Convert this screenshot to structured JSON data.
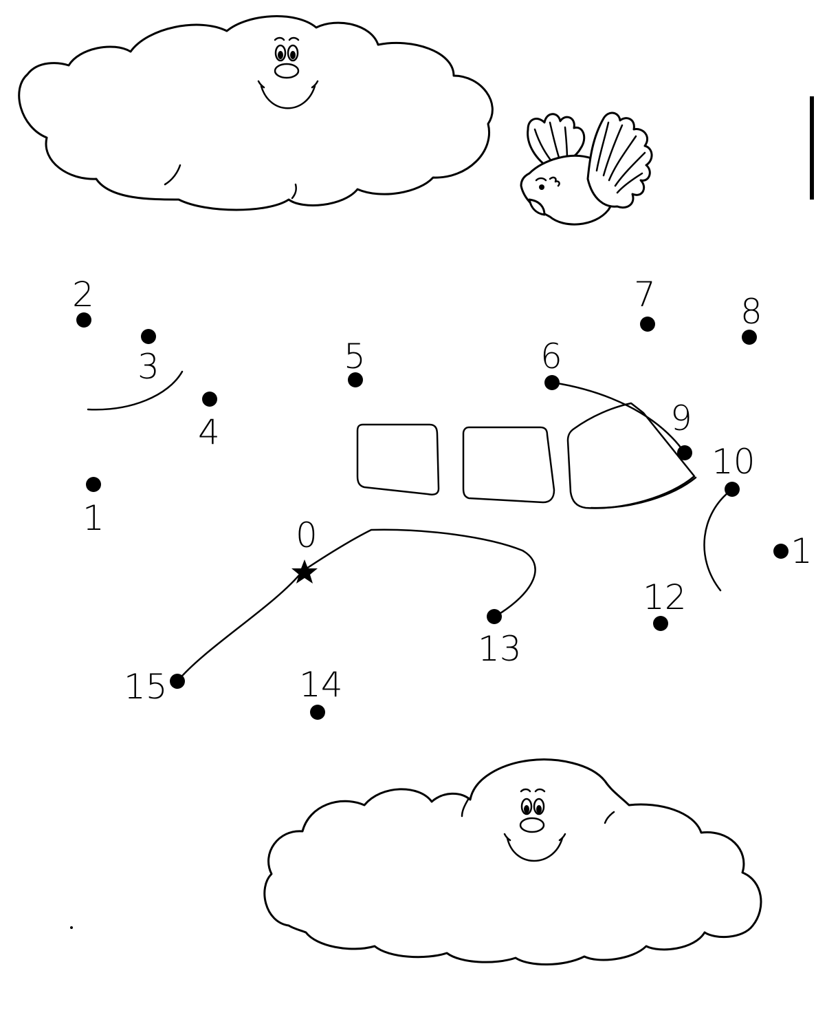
{
  "worksheet": {
    "start_label": "0",
    "dots": [
      {
        "label": "1"
      },
      {
        "label": "2"
      },
      {
        "label": "3"
      },
      {
        "label": "4"
      },
      {
        "label": "5"
      },
      {
        "label": "6"
      },
      {
        "label": "7"
      },
      {
        "label": "8"
      },
      {
        "label": "9"
      },
      {
        "label": "10"
      },
      {
        "label": "1"
      },
      {
        "label": "12"
      },
      {
        "label": "13"
      },
      {
        "label": "14"
      },
      {
        "label": "15"
      }
    ]
  },
  "decorations": {
    "icons": [
      "smiling-cloud",
      "flying-bird",
      "airplane-windows",
      "star"
    ]
  },
  "colors": {
    "ink": "#000000",
    "paper": "#ffffff"
  }
}
